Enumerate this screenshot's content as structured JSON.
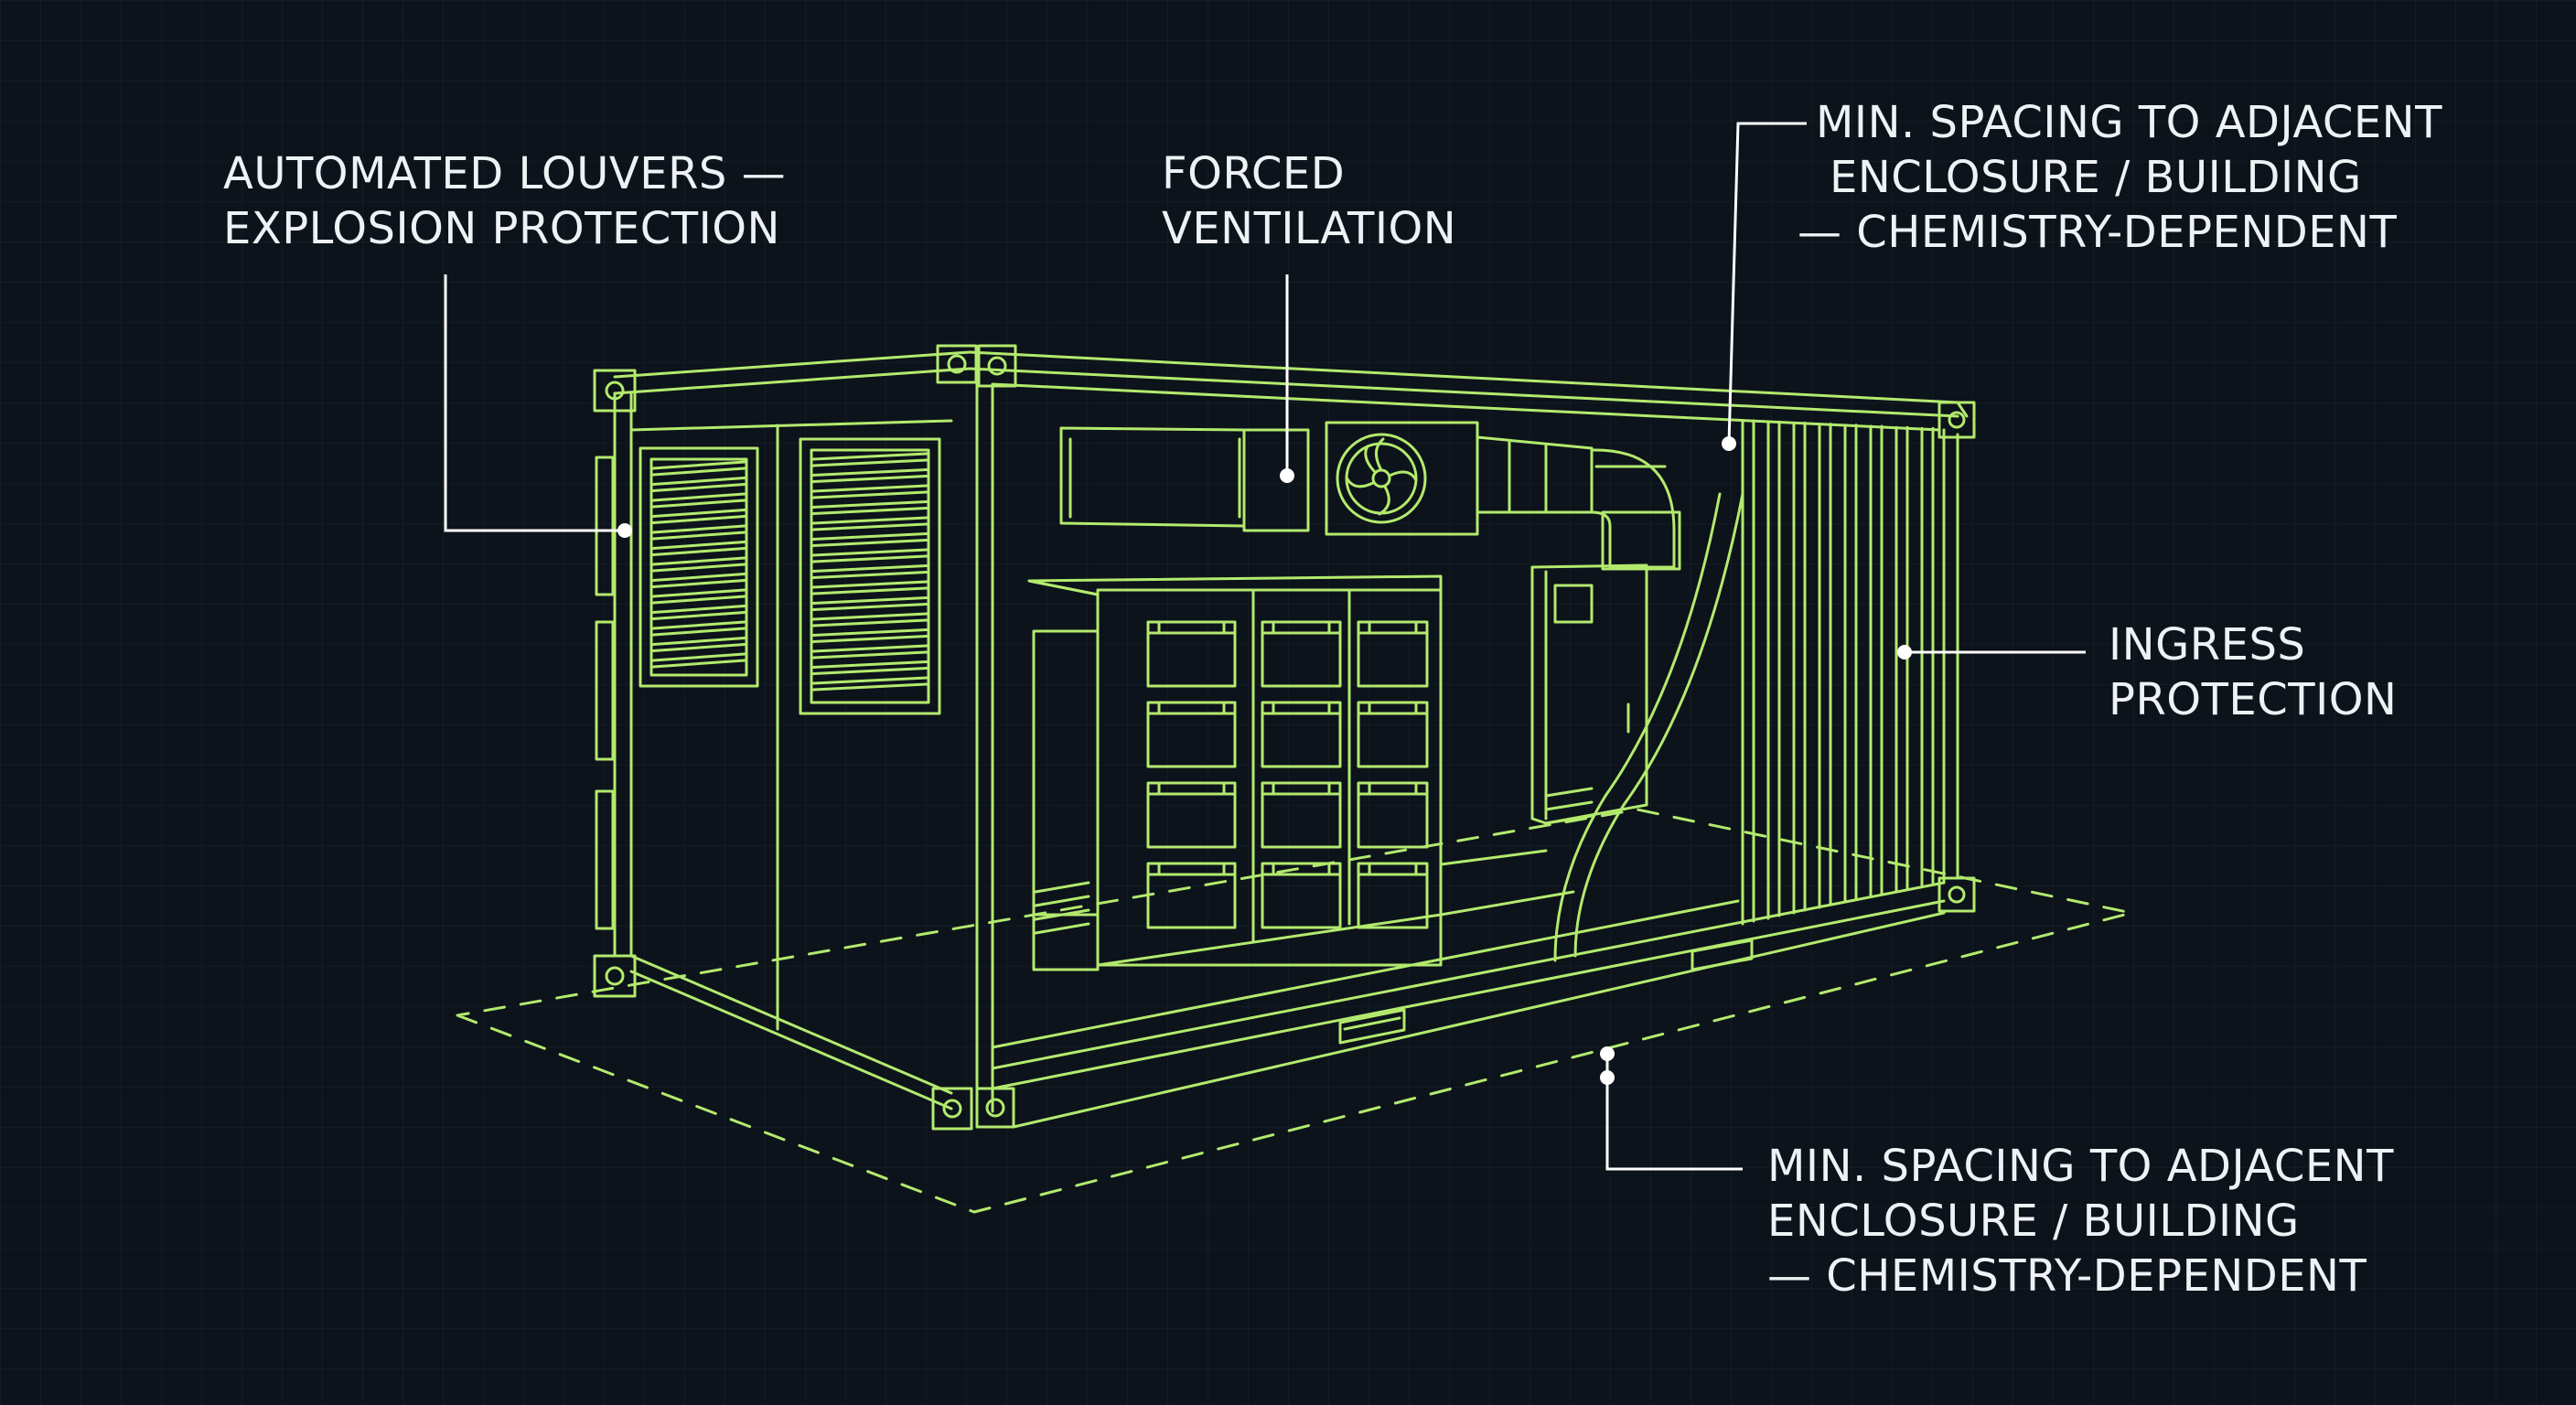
{
  "colors": {
    "background": "#0d131b",
    "outline": "#b3ea6e",
    "callout": "#ffffff",
    "text": "#eef2f5"
  },
  "labels": {
    "louvers": [
      "AUTOMATED LOUVERS —",
      "EXPLOSION PROTECTION"
    ],
    "ventilation": [
      "FORCED",
      "VENTILATION"
    ],
    "spacing_top": [
      "MIN. SPACING TO ADJACENT",
      "ENCLOSURE / BUILDING",
      "— CHEMISTRY-DEPENDENT"
    ],
    "ingress": [
      "INGRESS",
      "PROTECTION"
    ],
    "spacing_bottom": [
      "MIN. SPACING TO ADJACENT",
      "ENCLOSURE / BUILDING",
      "— CHEMISTRY-DEPENDENT"
    ]
  }
}
